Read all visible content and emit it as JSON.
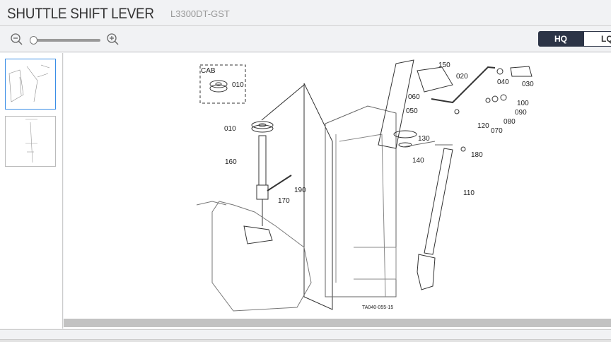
{
  "header": {
    "title": "SHUTTLE SHIFT LEVER",
    "model": "L3300DT-GST"
  },
  "toolbar": {
    "zoom_out_icon": "zoom-out-icon",
    "zoom_in_icon": "zoom-in-icon",
    "zoom_level": 0,
    "hq_label": "HQ",
    "lq_label": "LQ",
    "selected_quality": "HQ"
  },
  "thumbnails": {
    "selected_index": 0,
    "count": 2
  },
  "diagram": {
    "cab_label": "CAB",
    "caption": "TA040-055-15",
    "callouts": {
      "c010a": "010",
      "c010b": "010",
      "c160": "160",
      "c170": "170",
      "c190": "190",
      "c150": "150",
      "c020": "020",
      "c040": "040",
      "c030": "030",
      "c060": "060",
      "c050": "050",
      "c100": "100",
      "c090": "090",
      "c080": "080",
      "c070": "070",
      "c120": "120",
      "c130": "130",
      "c140": "140",
      "c180": "180",
      "c110": "110"
    }
  }
}
